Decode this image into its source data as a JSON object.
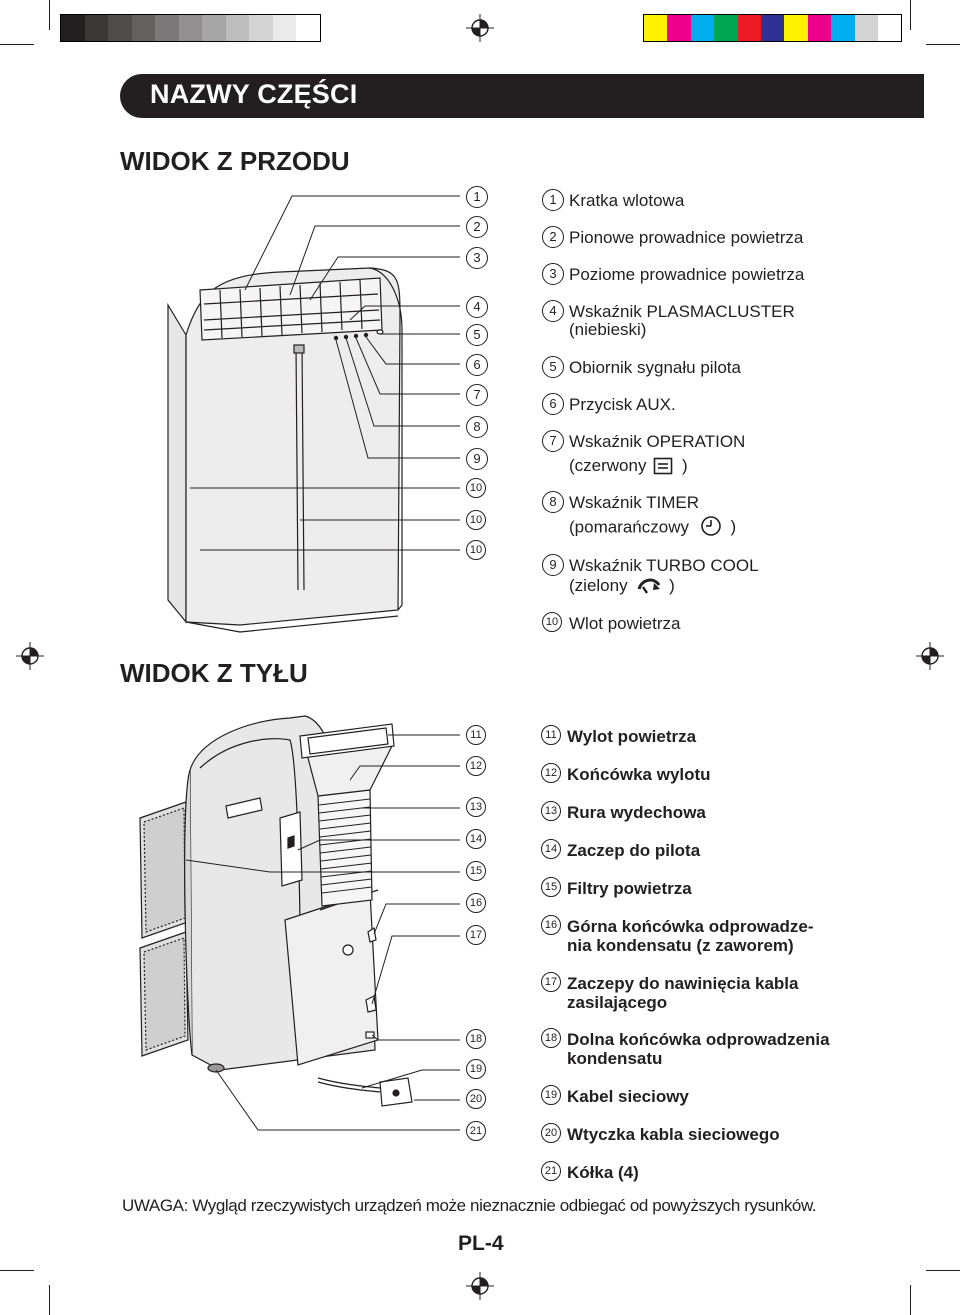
{
  "colors": {
    "gray_bar": [
      "#231f20",
      "#3a3737",
      "#4f4c4c",
      "#646161",
      "#7a7878",
      "#918f8f",
      "#a7a6a6",
      "#bebdbd",
      "#d5d4d4",
      "#eaeaea",
      "#ffffff"
    ],
    "color_bar": [
      "#fff200",
      "#ec008c",
      "#00aeef",
      "#00a651",
      "#ed1c24",
      "#2e3192",
      "#fff200",
      "#ec008c",
      "#00aeef",
      "#d5d4d4",
      "#ffffff"
    ]
  },
  "header": {
    "title": "NAZWY CZĘŚCI"
  },
  "front": {
    "title": "WIDOK Z PRZODU",
    "callouts": [
      "1",
      "2",
      "3",
      "4",
      "5",
      "6",
      "7",
      "8",
      "9",
      "10",
      "10",
      "10"
    ],
    "items": [
      {
        "num": "1",
        "lines": [
          "Kratka wlotowa"
        ]
      },
      {
        "num": "2",
        "lines": [
          "Pionowe prowadnice powietrza"
        ]
      },
      {
        "num": "3",
        "lines": [
          "Poziome prowadnice powietrza"
        ]
      },
      {
        "num": "4",
        "lines": [
          "Wskaźnik PLASMACLUSTER",
          "(niebieski)"
        ]
      },
      {
        "num": "5",
        "lines": [
          "Obiornik sygnału pilota"
        ]
      },
      {
        "num": "6",
        "lines": [
          "Przycisk AUX."
        ]
      },
      {
        "num": "7",
        "lines": [
          "Wskaźnik OPERATION",
          "(czerwony",
          ")"
        ],
        "icon": "operation-icon"
      },
      {
        "num": "8",
        "lines": [
          "Wskaźnik TIMER",
          "(pomarańczowy",
          ")"
        ],
        "icon": "clock-icon"
      },
      {
        "num": "9",
        "lines": [
          "Wskaźnik TURBO COOL",
          "(zielony",
          ")"
        ],
        "icon": "turbo-icon"
      },
      {
        "num": "10",
        "lines": [
          "Wlot powietrza"
        ]
      }
    ]
  },
  "rear": {
    "title": "WIDOK Z TYŁU",
    "callouts": [
      "11",
      "12",
      "13",
      "14",
      "15",
      "16",
      "17",
      "18",
      "19",
      "20",
      "21"
    ],
    "items": [
      {
        "num": "11",
        "lines": [
          "Wylot powietrza"
        ]
      },
      {
        "num": "12",
        "lines": [
          "Końcówka wylotu"
        ]
      },
      {
        "num": "13",
        "lines": [
          "Rura wydechowa"
        ]
      },
      {
        "num": "14",
        "lines": [
          "Zaczep do pilota"
        ]
      },
      {
        "num": "15",
        "lines": [
          "Filtry powietrza"
        ]
      },
      {
        "num": "16",
        "lines": [
          "Górna końcówka odprowadze-",
          "nia kondensatu (z zaworem)"
        ]
      },
      {
        "num": "17",
        "lines": [
          "Zaczepy do nawinięcia kabla",
          "zasilającego"
        ]
      },
      {
        "num": "18",
        "lines": [
          "Dolna końcówka odprowadzenia",
          "kondensatu"
        ]
      },
      {
        "num": "19",
        "lines": [
          "Kabel sieciowy"
        ]
      },
      {
        "num": "20",
        "lines": [
          "Wtyczka kabla sieciowego"
        ]
      },
      {
        "num": "21",
        "lines": [
          "Kółka (4)"
        ]
      }
    ]
  },
  "note": "UWAGA: Wygląd rzeczywistych urządzeń może nieznacznie odbiegać od powyższych rysunków.",
  "page_number": "PL-4"
}
